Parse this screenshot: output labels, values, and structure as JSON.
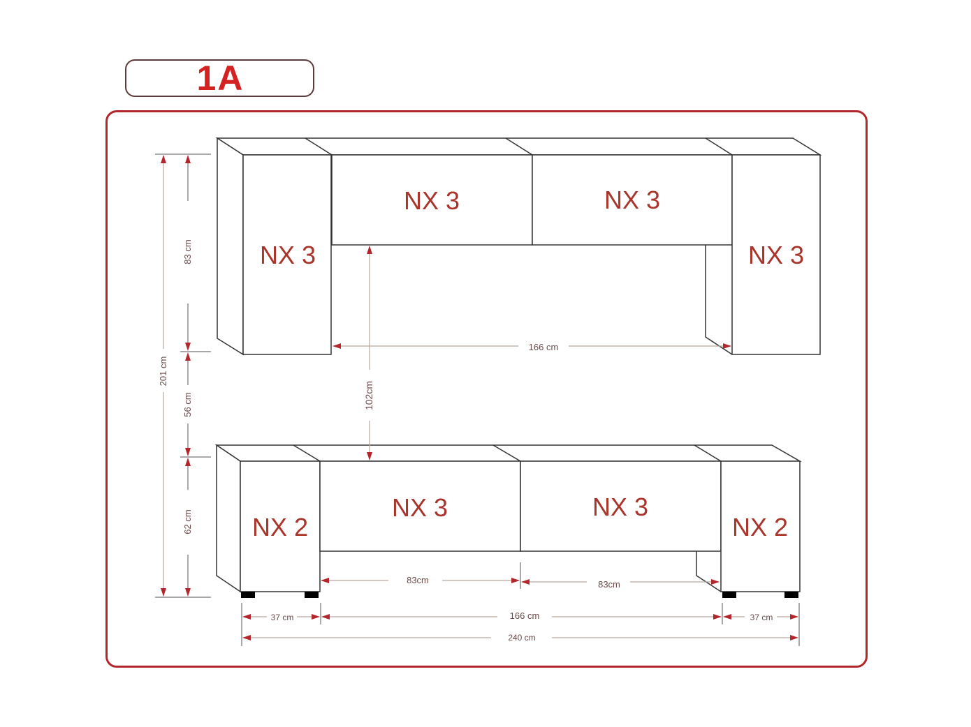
{
  "header": {
    "badge_label": "1A"
  },
  "colors": {
    "frame": "#b3262b",
    "badge_text": "#d42222",
    "module_label": "#a8342a",
    "dimension_arrow": "#b3262b",
    "dimension_line": "#b9a79c",
    "outline": "#333333"
  },
  "upper_units": {
    "left_tall": "NX 3",
    "center_left": "NX 3",
    "center_right": "NX 3",
    "right_tall": "NX 3"
  },
  "lower_units": {
    "left_short": "NX 2",
    "center_left": "NX 3",
    "center_right": "NX 3",
    "right_short": "NX 2"
  },
  "dimensions": {
    "total_height": "201 cm",
    "upper_height": "83 cm",
    "gap_height": "56 cm",
    "lower_height": "62 cm",
    "upper_gap_width": "166 cm",
    "between_units_height": "102cm",
    "lower_left_drawer": "83cm",
    "lower_right_drawer": "83cm",
    "left_width": "37 cm",
    "center_width": "166 cm",
    "right_width": "37 cm",
    "total_width": "240 cm"
  }
}
